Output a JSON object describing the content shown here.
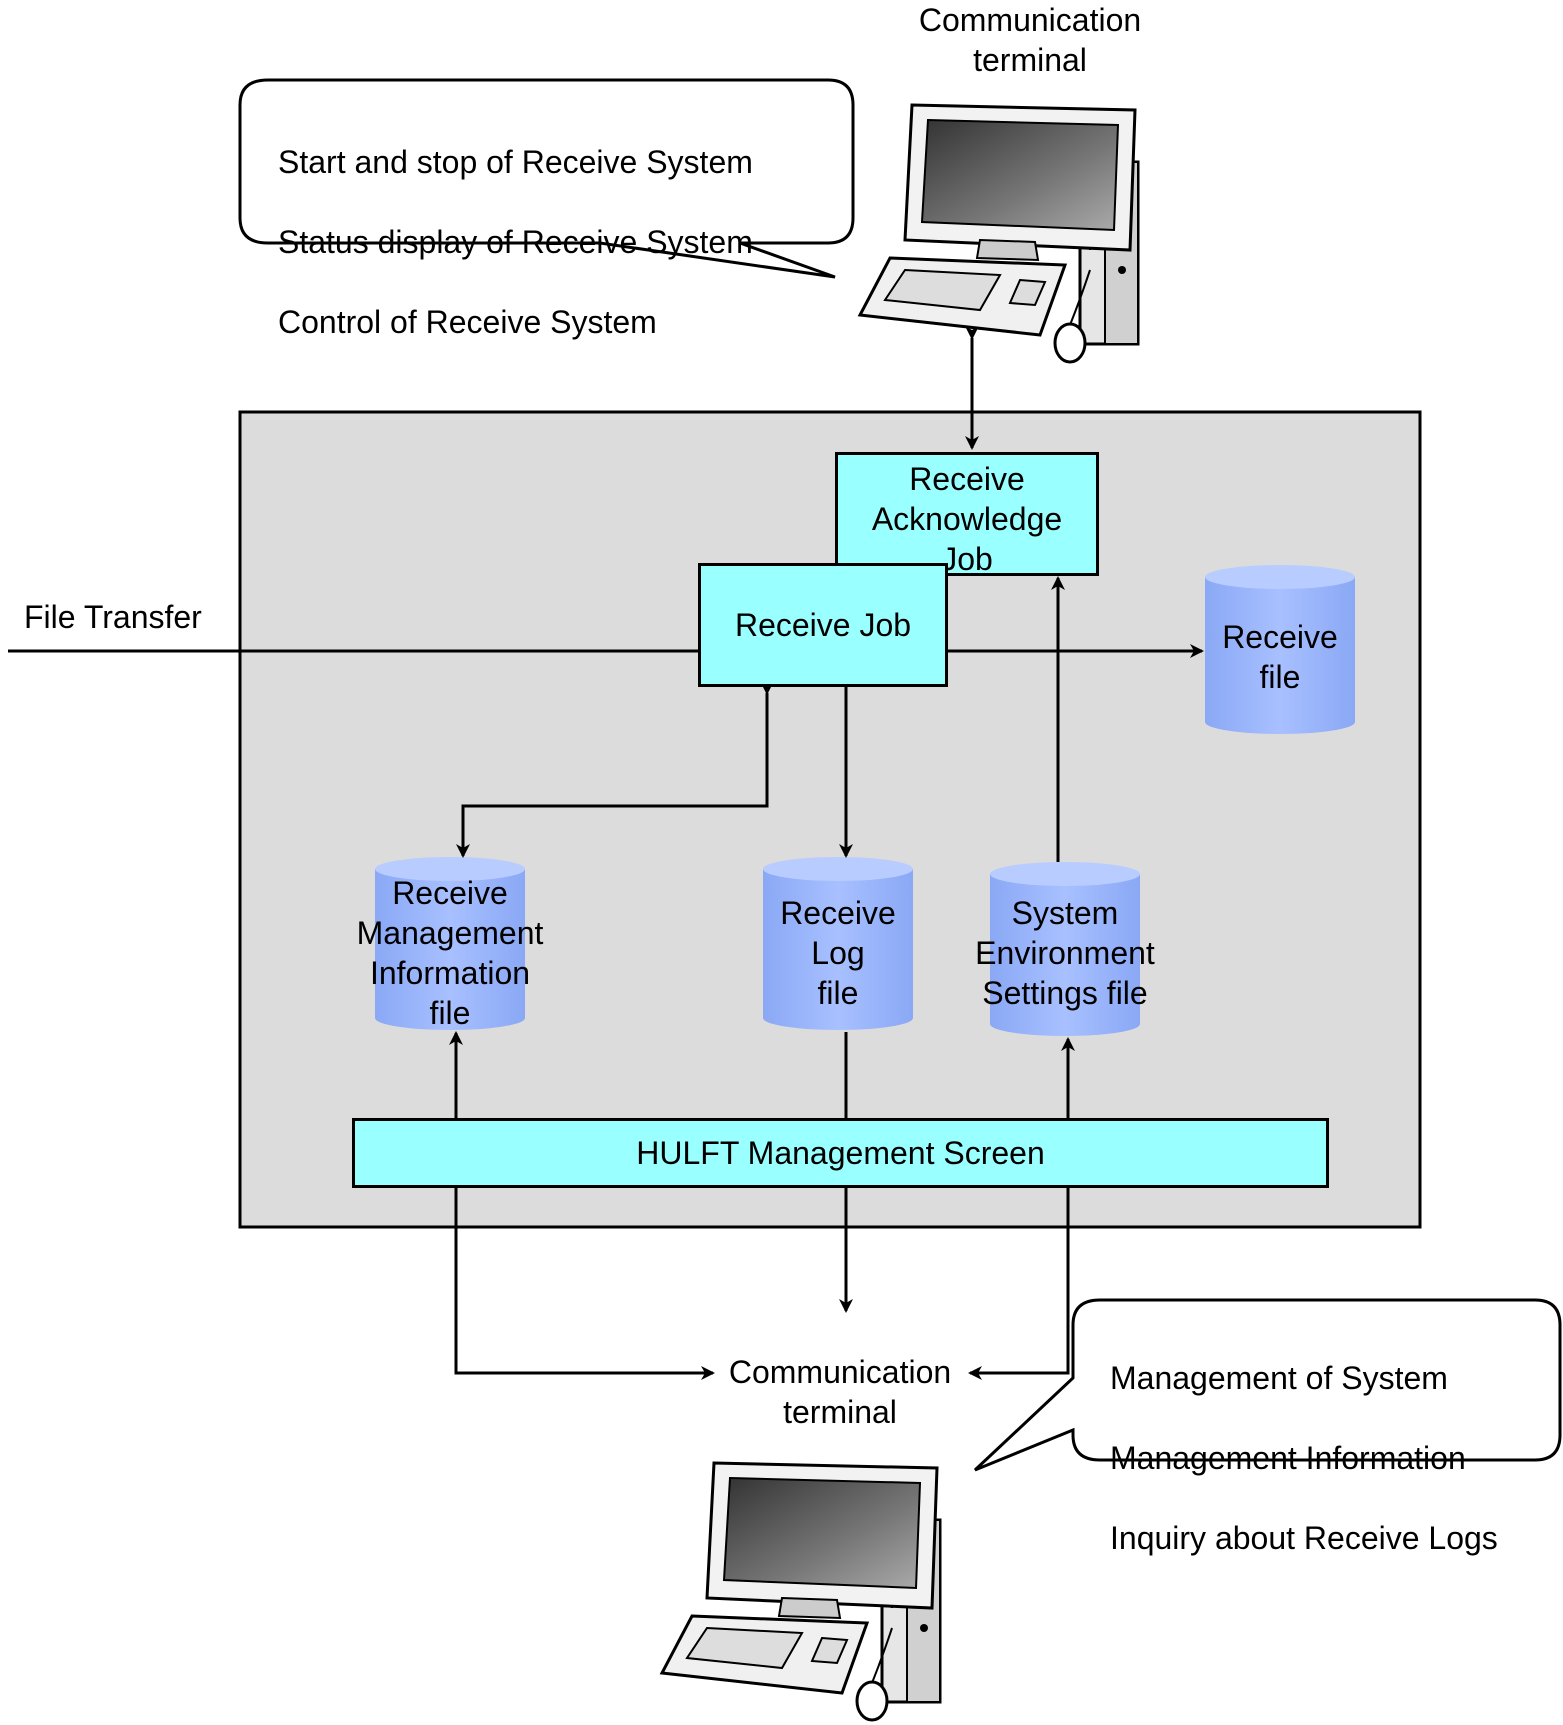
{
  "diagram": {
    "top_terminal": {
      "label": "Communication\nterminal"
    },
    "top_bubble": {
      "lines": [
        "Start and stop of  Receive System",
        "Status display of Receive System",
        "Control of  Receive System"
      ]
    },
    "file_transfer": {
      "label": "File Transfer"
    },
    "receive_ack_job": {
      "label": "Receive\nAcknowledge\nJob"
    },
    "receive_job": {
      "label": "Receive  Job"
    },
    "receive_file": {
      "label": "Receive\nfile"
    },
    "receive_mgmt_info_file": {
      "label": "Receive\nManagement\nInformation\nfile"
    },
    "receive_log_file": {
      "label": "Receive\nLog\nfile"
    },
    "system_env_settings_file": {
      "label": "System\nEnvironment\nSettings  file"
    },
    "hulft_mgmt_screen": {
      "label": "HULFT  Management  Screen"
    },
    "bottom_terminal": {
      "label": "Communication\nterminal"
    },
    "bottom_bubble": {
      "lines": [
        "Management  of System",
        "Management  Information",
        "Inquiry about  Receive Logs"
      ]
    },
    "colors": {
      "job_box": "#99ffff",
      "cylinder": "#99b3ff",
      "system_area": "#dcdcdc"
    },
    "icons": [
      "desktop-computer-icon",
      "desktop-computer-icon"
    ]
  }
}
